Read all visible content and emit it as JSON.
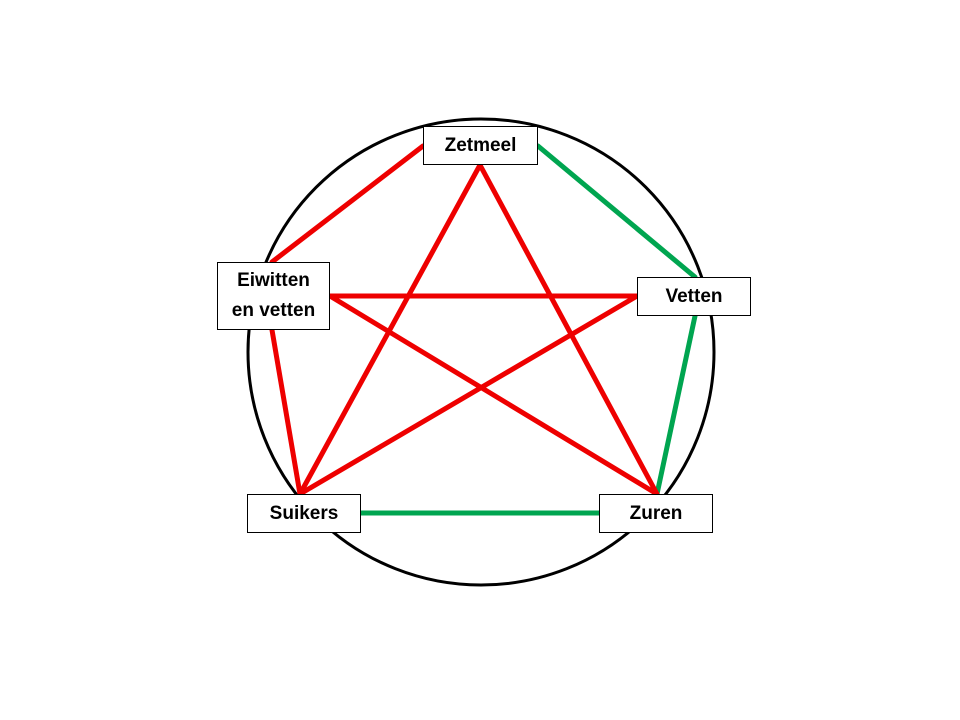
{
  "nodes": {
    "zetmeel": {
      "label": "Zetmeel"
    },
    "vetten": {
      "label": "Vetten"
    },
    "zuren": {
      "label": "Zuren"
    },
    "suikers": {
      "label": "Suikers"
    },
    "eiwitten": {
      "label_line1": "Eiwitten",
      "label_line2": "en vetten"
    }
  },
  "connections": [
    {
      "from": "zetmeel",
      "to": "vetten",
      "color": "green"
    },
    {
      "from": "vetten",
      "to": "zuren",
      "color": "green"
    },
    {
      "from": "zuren",
      "to": "suikers",
      "color": "green"
    },
    {
      "from": "suikers",
      "to": "eiwitten",
      "color": "red"
    },
    {
      "from": "eiwitten",
      "to": "zetmeel",
      "color": "red"
    },
    {
      "from": "zetmeel",
      "to": "zuren",
      "color": "red"
    },
    {
      "from": "zetmeel",
      "to": "suikers",
      "color": "red"
    },
    {
      "from": "vetten",
      "to": "suikers",
      "color": "red"
    },
    {
      "from": "vetten",
      "to": "eiwitten",
      "color": "red"
    },
    {
      "from": "eiwitten",
      "to": "zuren",
      "color": "red"
    }
  ],
  "colors": {
    "green": "#00a550",
    "red": "#ee0000",
    "circle": "#000000"
  }
}
